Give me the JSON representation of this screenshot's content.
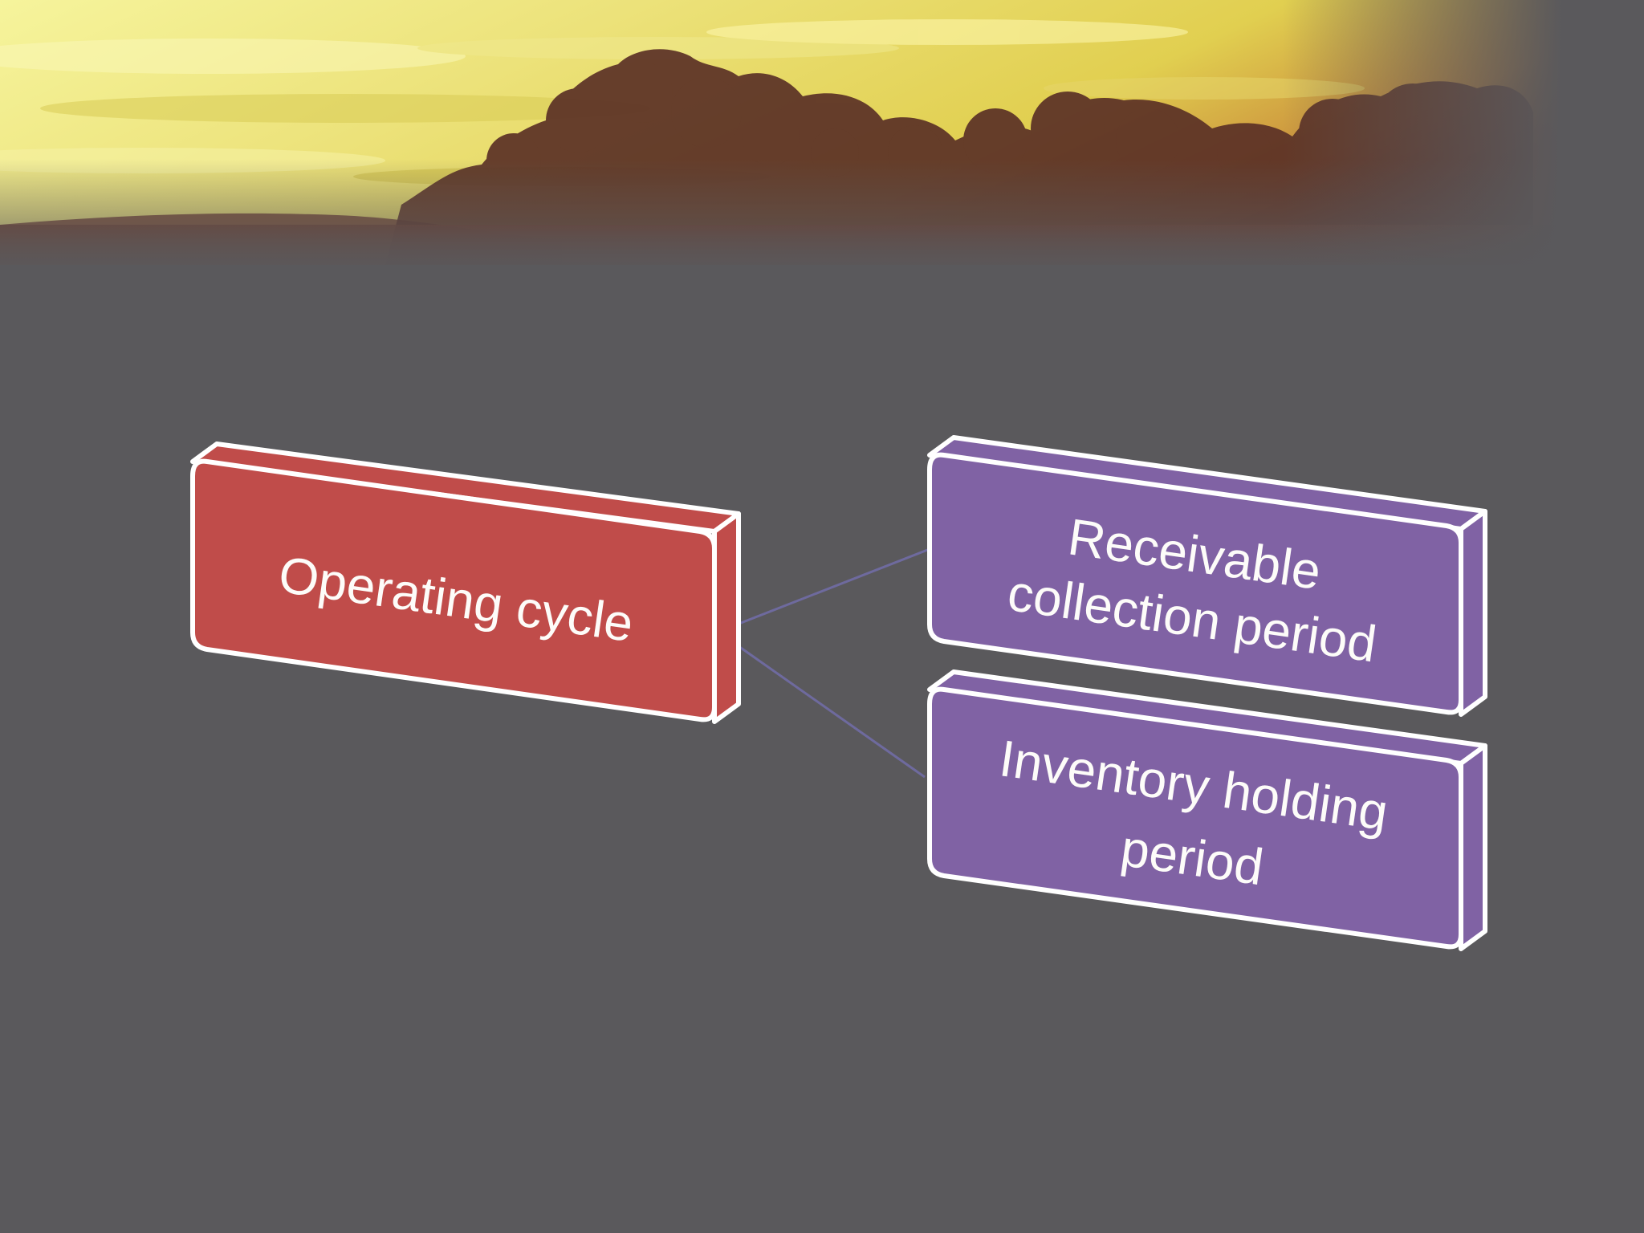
{
  "colors": {
    "slide_background": "#5a595c",
    "sky_bright": "#f3f08a",
    "sky_golden": "#d8c640",
    "tree_silhouette": "#5a3226",
    "root_box_fill": "#c04c4a",
    "child_box_fill": "#8062a4",
    "box_outline": "#ffffff",
    "connector": "#6e6a9e",
    "label_text": "#fdfcf9"
  },
  "diagram": {
    "root": {
      "label": "Operating cycle",
      "icon": "red-3d-block"
    },
    "children": [
      {
        "label_lines": [
          "Receivable",
          "collection period"
        ],
        "icon": "purple-3d-block"
      },
      {
        "label_lines": [
          "Inventory holding",
          "period"
        ],
        "icon": "purple-3d-block"
      }
    ]
  }
}
